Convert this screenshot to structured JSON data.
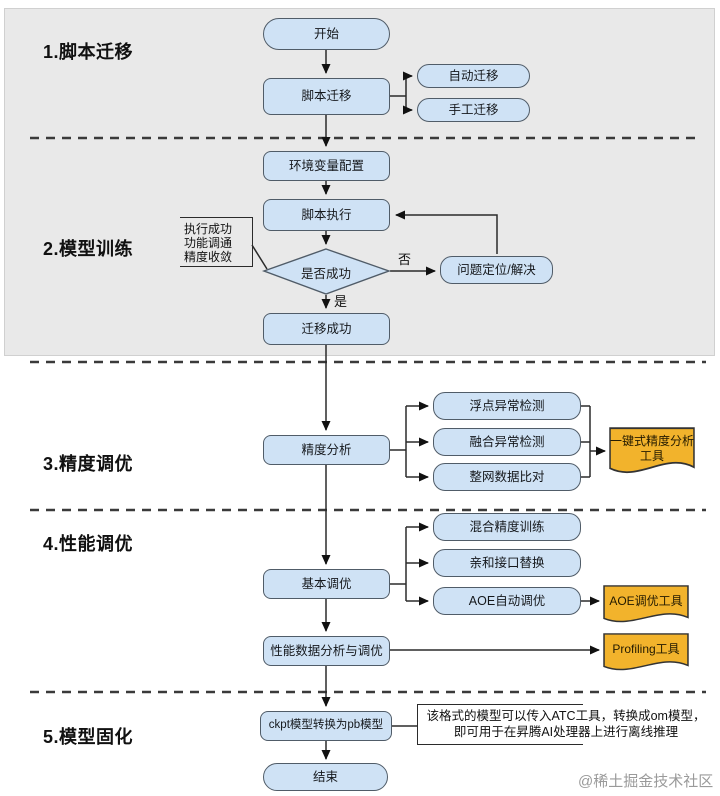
{
  "sections": {
    "s1": "1.脚本迁移",
    "s2": "2.模型训练",
    "s3": "3.精度调优",
    "s4": "4.性能调优",
    "s5": "5.模型固化"
  },
  "nodes": {
    "start": "开始",
    "script_migration": "脚本迁移",
    "auto_migration": "自动迁移",
    "manual_migration": "手工迁移",
    "env_config": "环境变量配置",
    "script_exec": "脚本执行",
    "success_check": "是否成功",
    "problem_solve": "问题定位/解决",
    "migration_success": "迁移成功",
    "precision_analysis": "精度分析",
    "float_anomaly": "浮点异常检测",
    "fusion_anomaly": "融合异常检测",
    "network_compare": "整网数据比对",
    "oneclick_tool_line1": "一键式精度分析",
    "oneclick_tool_line2": "工具",
    "basic_tuning": "基本调优",
    "mixed_precision": "混合精度训练",
    "affinity_api": "亲和接口替换",
    "aoe_auto": "AOE自动调优",
    "aoe_tool": "AOE调优工具",
    "perf_analysis": "性能数据分析与调优",
    "profiling_tool": "Profiling工具",
    "ckpt_convert": "ckpt模型转换为pb模型",
    "end": "结束"
  },
  "edge_labels": {
    "yes": "是",
    "no": "否"
  },
  "notes": {
    "exec_line1": "执行成功",
    "exec_line2": "功能调通",
    "exec_line3": "精度收敛",
    "ckpt_line1": "该格式的模型可以传入ATC工具，转换成om模型，",
    "ckpt_line2": "即可用于在昇腾AI处理器上进行离线推理"
  },
  "watermark": "@稀土掘金技术社区",
  "colors": {
    "node_fill": "#cfe2f5",
    "node_border": "#505c68",
    "doc_fill": "#f2b32c",
    "panel_bg": "#e9e9e9",
    "line": "#2b2b2b"
  }
}
